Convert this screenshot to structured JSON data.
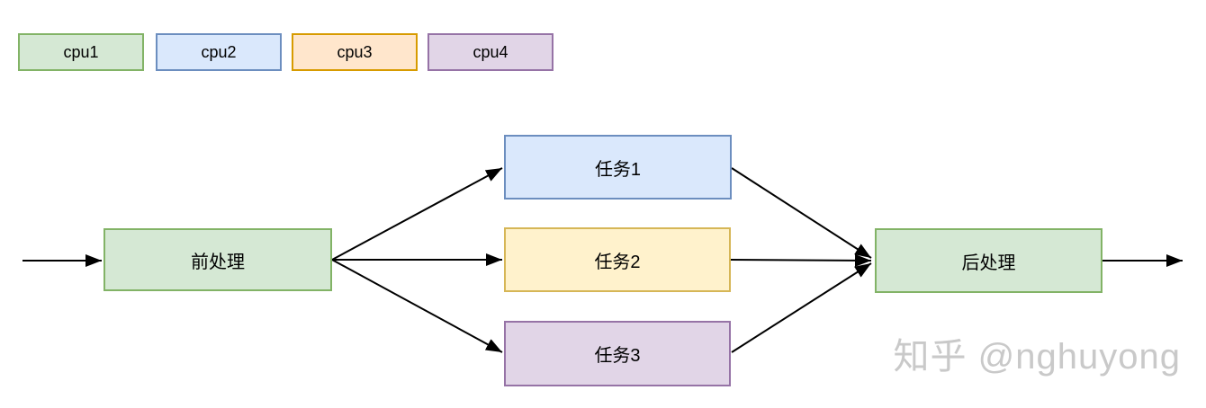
{
  "legend": {
    "items": [
      {
        "id": "cpu1",
        "label": "cpu1",
        "fill": "#d5e8d4",
        "stroke": "#82b366"
      },
      {
        "id": "cpu2",
        "label": "cpu2",
        "fill": "#dae8fc",
        "stroke": "#6c8ebf"
      },
      {
        "id": "cpu3",
        "label": "cpu3",
        "fill": "#ffe6cc",
        "stroke": "#d79b00"
      },
      {
        "id": "cpu4",
        "label": "cpu4",
        "fill": "#e1d5e7",
        "stroke": "#9673a6"
      }
    ]
  },
  "nodes": {
    "preprocess": {
      "label": "前处理",
      "fill": "#d5e8d4",
      "stroke": "#82b366"
    },
    "task1": {
      "label": "任务1",
      "fill": "#dae8fc",
      "stroke": "#6c8ebf"
    },
    "task2": {
      "label": "任务2",
      "fill": "#fff2cc",
      "stroke": "#d6b656"
    },
    "task3": {
      "label": "任务3",
      "fill": "#e1d5e7",
      "stroke": "#9673a6"
    },
    "postprocess": {
      "label": "后处理",
      "fill": "#d5e8d4",
      "stroke": "#82b366"
    }
  },
  "edges": [
    {
      "from": "input",
      "to": "preprocess"
    },
    {
      "from": "preprocess",
      "to": "task1"
    },
    {
      "from": "preprocess",
      "to": "task2"
    },
    {
      "from": "preprocess",
      "to": "task3"
    },
    {
      "from": "task1",
      "to": "postprocess"
    },
    {
      "from": "task2",
      "to": "postprocess"
    },
    {
      "from": "task3",
      "to": "postprocess"
    },
    {
      "from": "postprocess",
      "to": "output"
    }
  ],
  "colors": {
    "background": "#ffffff",
    "arrow": "#000000",
    "watermark": "#c9c9c9"
  },
  "watermark": {
    "text": "知乎 @nghuyong"
  }
}
